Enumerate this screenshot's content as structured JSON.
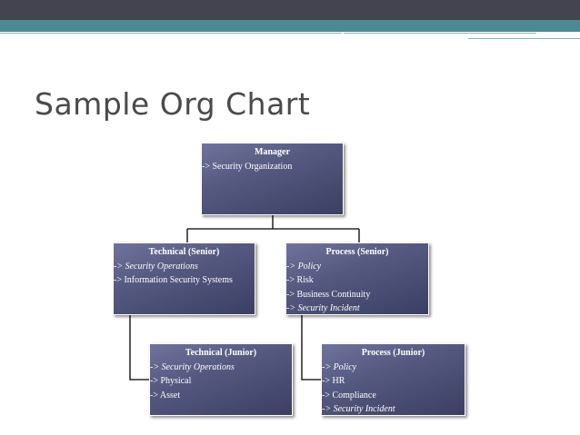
{
  "slide": {
    "title": "Sample Org Chart"
  },
  "org": {
    "manager": {
      "title": "Manager",
      "lines": [
        {
          "text": "-> Security Organization",
          "italic": false
        }
      ]
    },
    "technical_senior": {
      "title": "Technical (Senior)",
      "lines": [
        {
          "text": "-> Security Operations",
          "italic": true
        },
        {
          "text": "-> Information Security Systems",
          "italic": false
        }
      ]
    },
    "process_senior": {
      "title": "Process (Senior)",
      "lines": [
        {
          "text": "-> Policy",
          "italic": true
        },
        {
          "text": "-> Risk",
          "italic": false
        },
        {
          "text": "-> Business Continuity",
          "italic": false
        },
        {
          "text": "-> Security Incident",
          "italic": true
        }
      ]
    },
    "technical_junior": {
      "title": "Technical (Junior)",
      "lines": [
        {
          "text": "-> Security Operations",
          "italic": true
        },
        {
          "text": "-> Physical",
          "italic": false
        },
        {
          "text": "-> Asset",
          "italic": false
        }
      ]
    },
    "process_junior": {
      "title": "Process (Junior)",
      "lines": [
        {
          "text": "-> Policy",
          "italic": true
        },
        {
          "text": "-> HR",
          "italic": false
        },
        {
          "text": "-> Compliance",
          "italic": false
        },
        {
          "text": "-> Security Incident",
          "italic": true
        }
      ]
    }
  },
  "colors": {
    "box_fill": "#555980",
    "box_border": "#ffffff",
    "connector": "#000000",
    "header_bar": "#43444f",
    "accent_bar": "#4a8a90"
  }
}
